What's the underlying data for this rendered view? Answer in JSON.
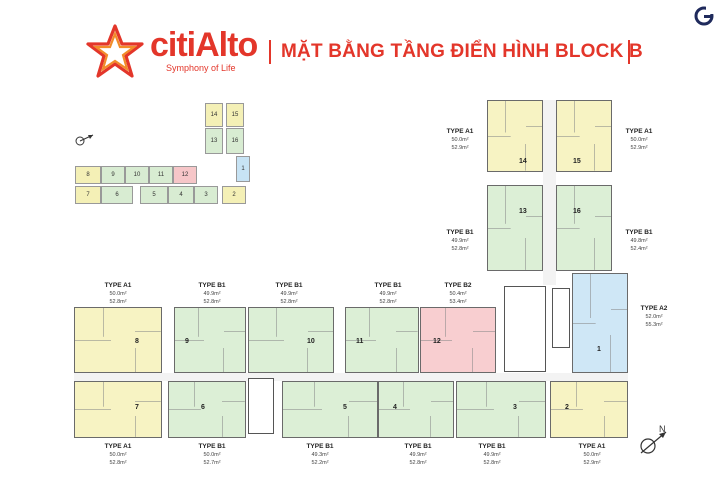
{
  "header": {
    "brand": "citiAlto",
    "tagline": "Symphony of Life",
    "title": "MẶT BẰNG TẦNG ĐIỂN HÌNH BLOCK B"
  },
  "colors": {
    "brand_red": "#e3362a",
    "type_a1": "#f7f3c3",
    "type_b1": "#dcefd6",
    "type_b2": "#f8ced0",
    "type_a2": "#cfe7f6"
  },
  "icons": {
    "logo": "star-logo-icon",
    "corner": "g-logo-icon",
    "compass": "north-arrow-icon"
  },
  "compass_label": "N",
  "keyplan": {
    "tower_top": [
      "14",
      "15"
    ],
    "tower_mid": [
      "13",
      "16"
    ],
    "tower_side": "1",
    "row_upper": [
      "8",
      "9",
      "10",
      "11",
      "12"
    ],
    "row_lower": [
      "7",
      "6",
      "5",
      "4",
      "3",
      "2"
    ]
  },
  "units": {
    "u1": "1",
    "u2": "2",
    "u3": "3",
    "u4": "4",
    "u5": "5",
    "u6": "6",
    "u7": "7",
    "u8": "8",
    "u9": "9",
    "u10": "10",
    "u11": "11",
    "u12": "12",
    "u13": "13",
    "u14": "14",
    "u15": "15",
    "u16": "16"
  },
  "labels": {
    "l14": {
      "type": "TYPE A1",
      "a1": "50.0m²",
      "a2": "52.9m²"
    },
    "l15": {
      "type": "TYPE A1",
      "a1": "50.0m²",
      "a2": "52.9m²"
    },
    "l13": {
      "type": "TYPE B1",
      "a1": "49.9m²",
      "a2": "52.8m²"
    },
    "l16": {
      "type": "TYPE B1",
      "a1": "49.8m²",
      "a2": "52.4m²"
    },
    "l8": {
      "type": "TYPE A1",
      "a1": "50.0m²",
      "a2": "52.8m²"
    },
    "l9": {
      "type": "TYPE B1",
      "a1": "49.9m²",
      "a2": "52.8m²"
    },
    "l10": {
      "type": "TYPE B1",
      "a1": "49.9m²",
      "a2": "52.8m²"
    },
    "l11": {
      "type": "TYPE B1",
      "a1": "49.9m²",
      "a2": "52.8m²"
    },
    "l12": {
      "type": "TYPE B2",
      "a1": "50.4m²",
      "a2": "53.4m²"
    },
    "l1": {
      "type": "TYPE A2",
      "a1": "52.0m²",
      "a2": "55.3m²"
    },
    "l7": {
      "type": "TYPE A1",
      "a1": "50.0m²",
      "a2": "52.8m²"
    },
    "l6": {
      "type": "TYPE B1",
      "a1": "50.0m²",
      "a2": "52.7m²"
    },
    "l5": {
      "type": "TYPE B1",
      "a1": "49.3m²",
      "a2": "52.2m²"
    },
    "l4": {
      "type": "TYPE B1",
      "a1": "49.9m²",
      "a2": "52.8m²"
    },
    "l3": {
      "type": "TYPE B1",
      "a1": "49.9m²",
      "a2": "52.8m²"
    },
    "l2": {
      "type": "TYPE A1",
      "a1": "50.0m²",
      "a2": "52.9m²"
    }
  }
}
